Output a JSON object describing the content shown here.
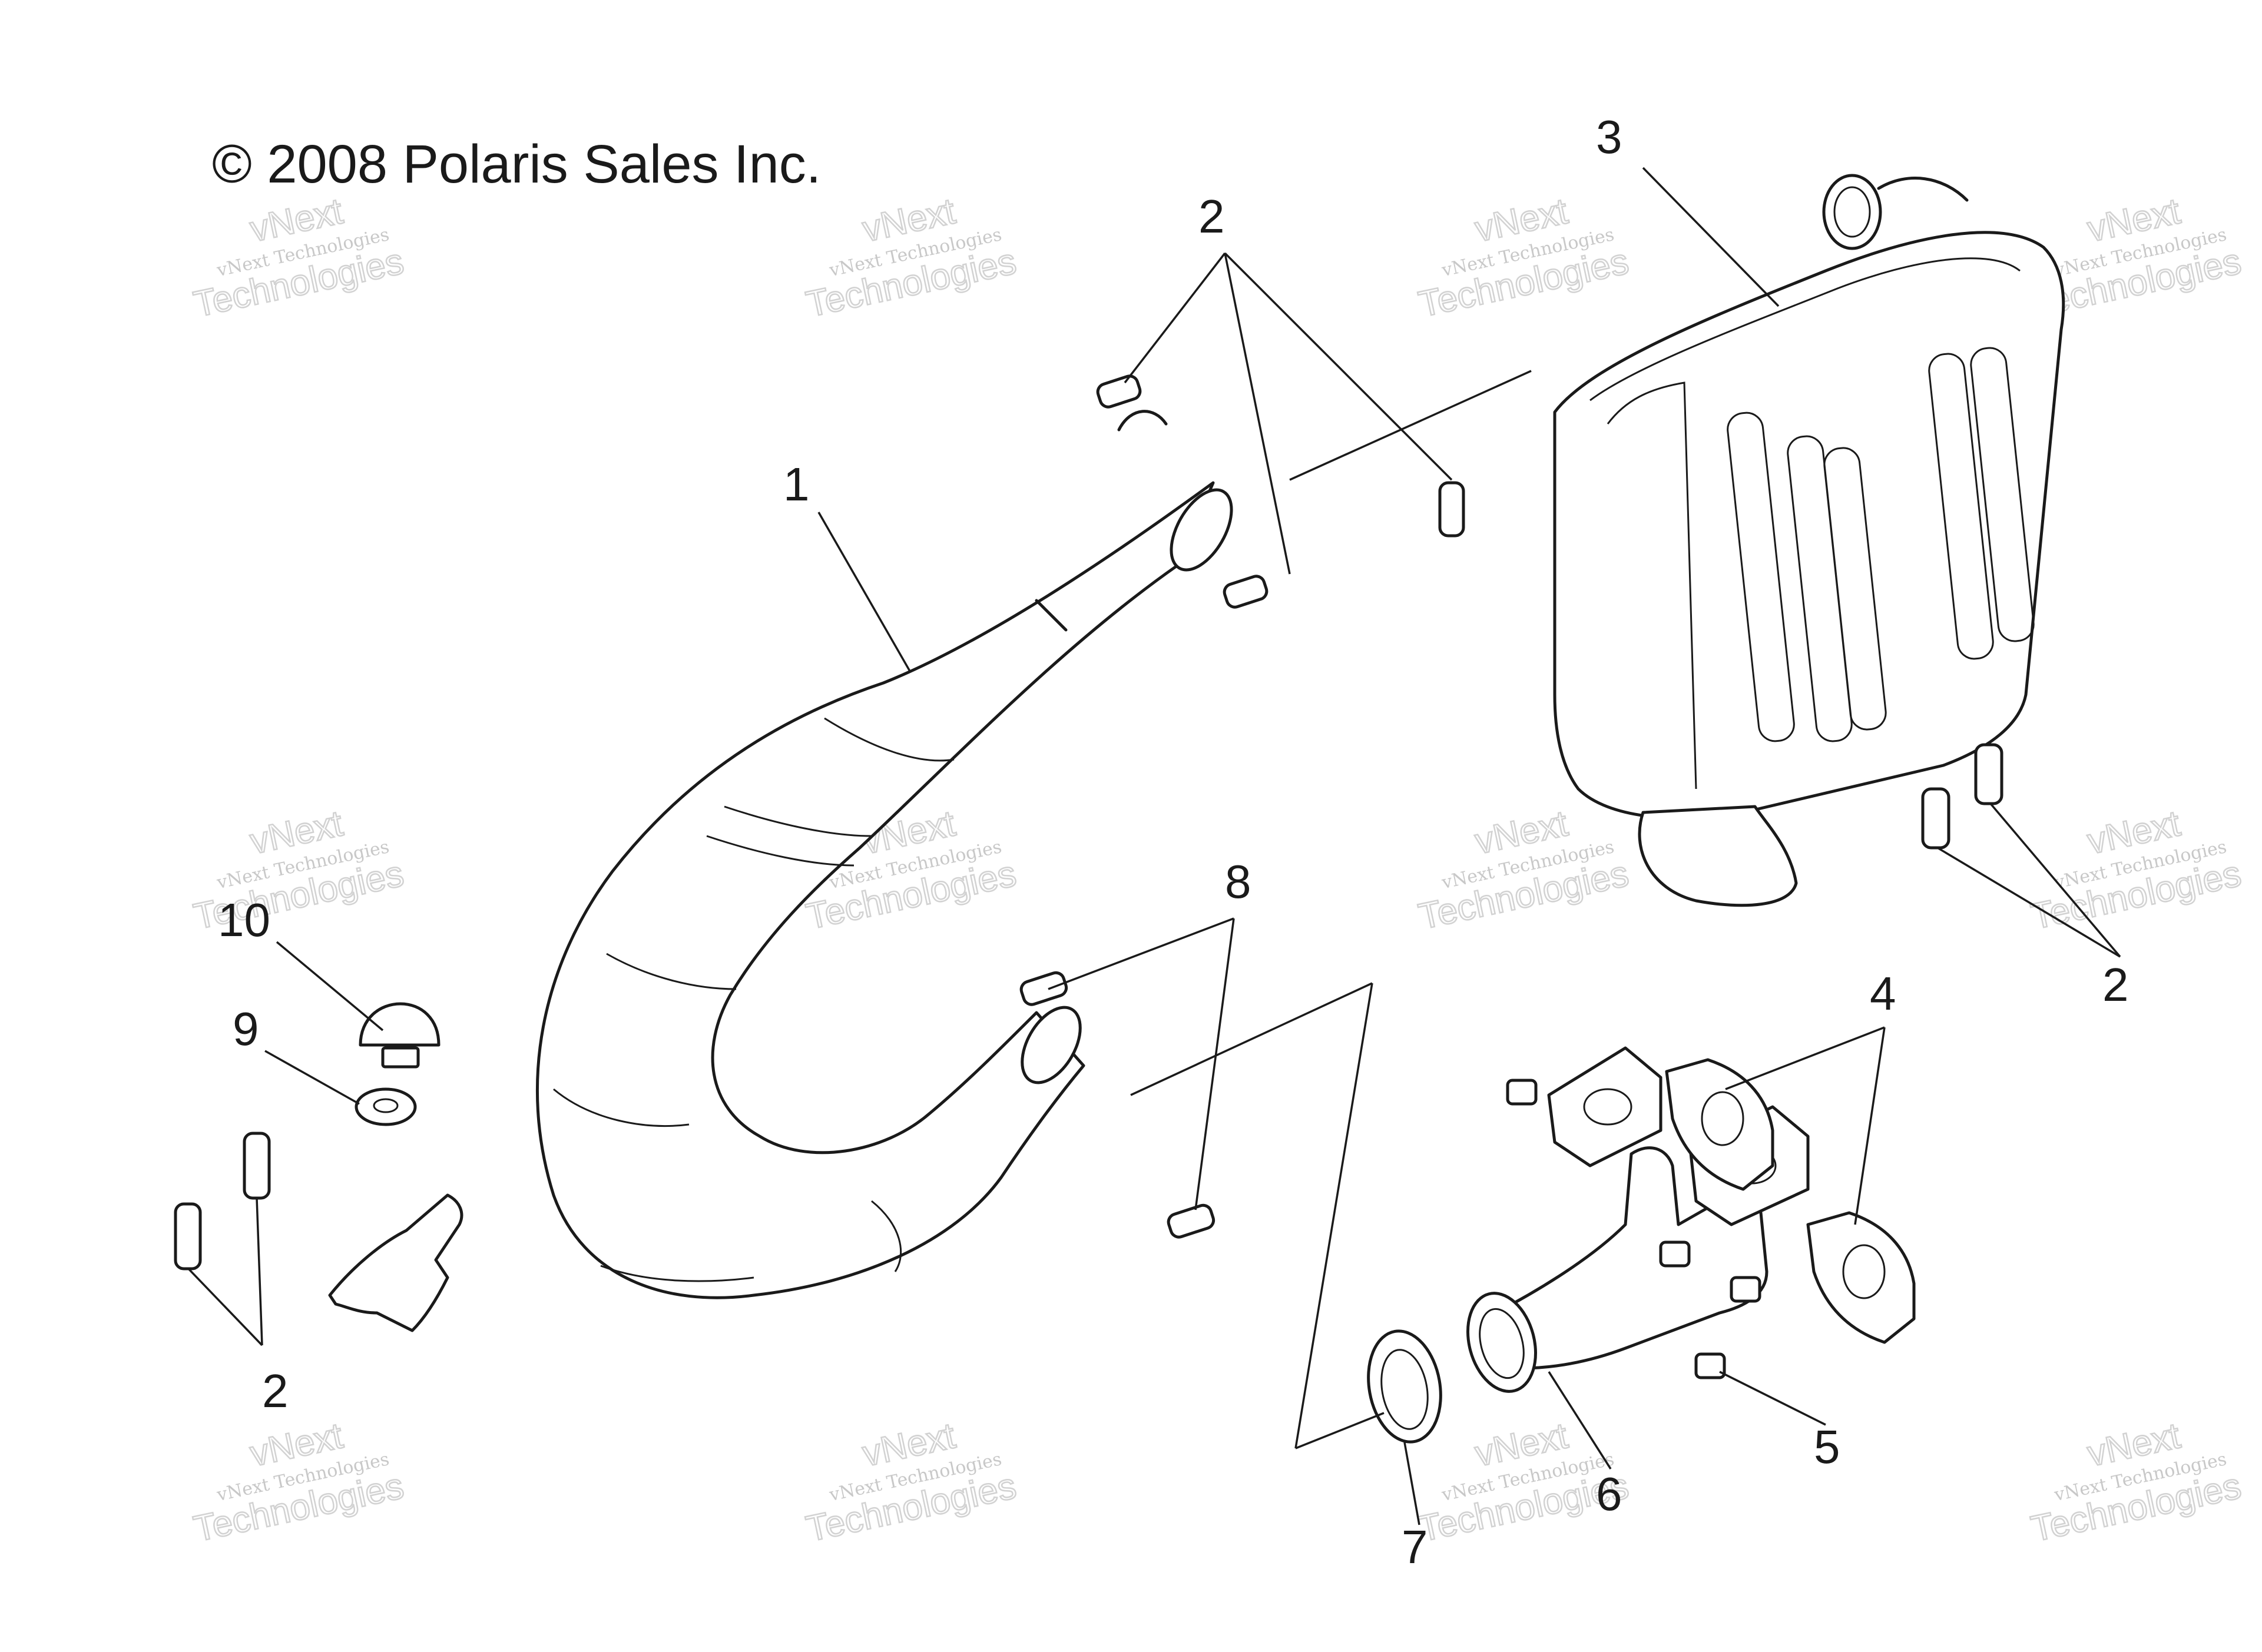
{
  "copyright": "© 2008 Polaris Sales Inc.",
  "watermark": {
    "line_small": "vNext Technologies",
    "line_top": "vNext",
    "line_big": "Technologies"
  },
  "callouts": {
    "c1": "1",
    "c2_top": "2",
    "c2_right": "2",
    "c2_left": "2",
    "c3": "3",
    "c4": "4",
    "c5": "5",
    "c6": "6",
    "c7": "7",
    "c8": "8",
    "c9": "9",
    "c10": "10"
  }
}
